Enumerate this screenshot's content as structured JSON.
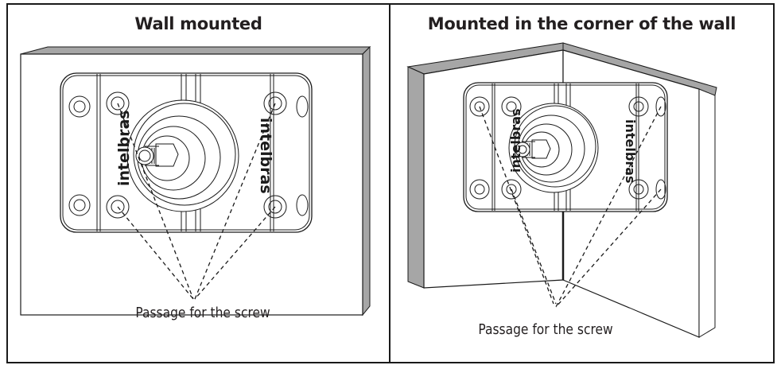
{
  "figure": {
    "panels": [
      {
        "id": "wall-mounted",
        "title": "Wall mounted",
        "caption": "Passage for the screw",
        "brand_labels": [
          "intelbras",
          "intelbras"
        ]
      },
      {
        "id": "corner-mounted",
        "title": "Mounted in the corner of the wall",
        "caption": "Passage for the screw",
        "brand_labels": [
          "intelbras",
          "intelbras"
        ]
      }
    ],
    "colors": {
      "stroke": "#1a1a1a",
      "wall_edge": "#a6a6a6",
      "background": "#ffffff"
    }
  }
}
